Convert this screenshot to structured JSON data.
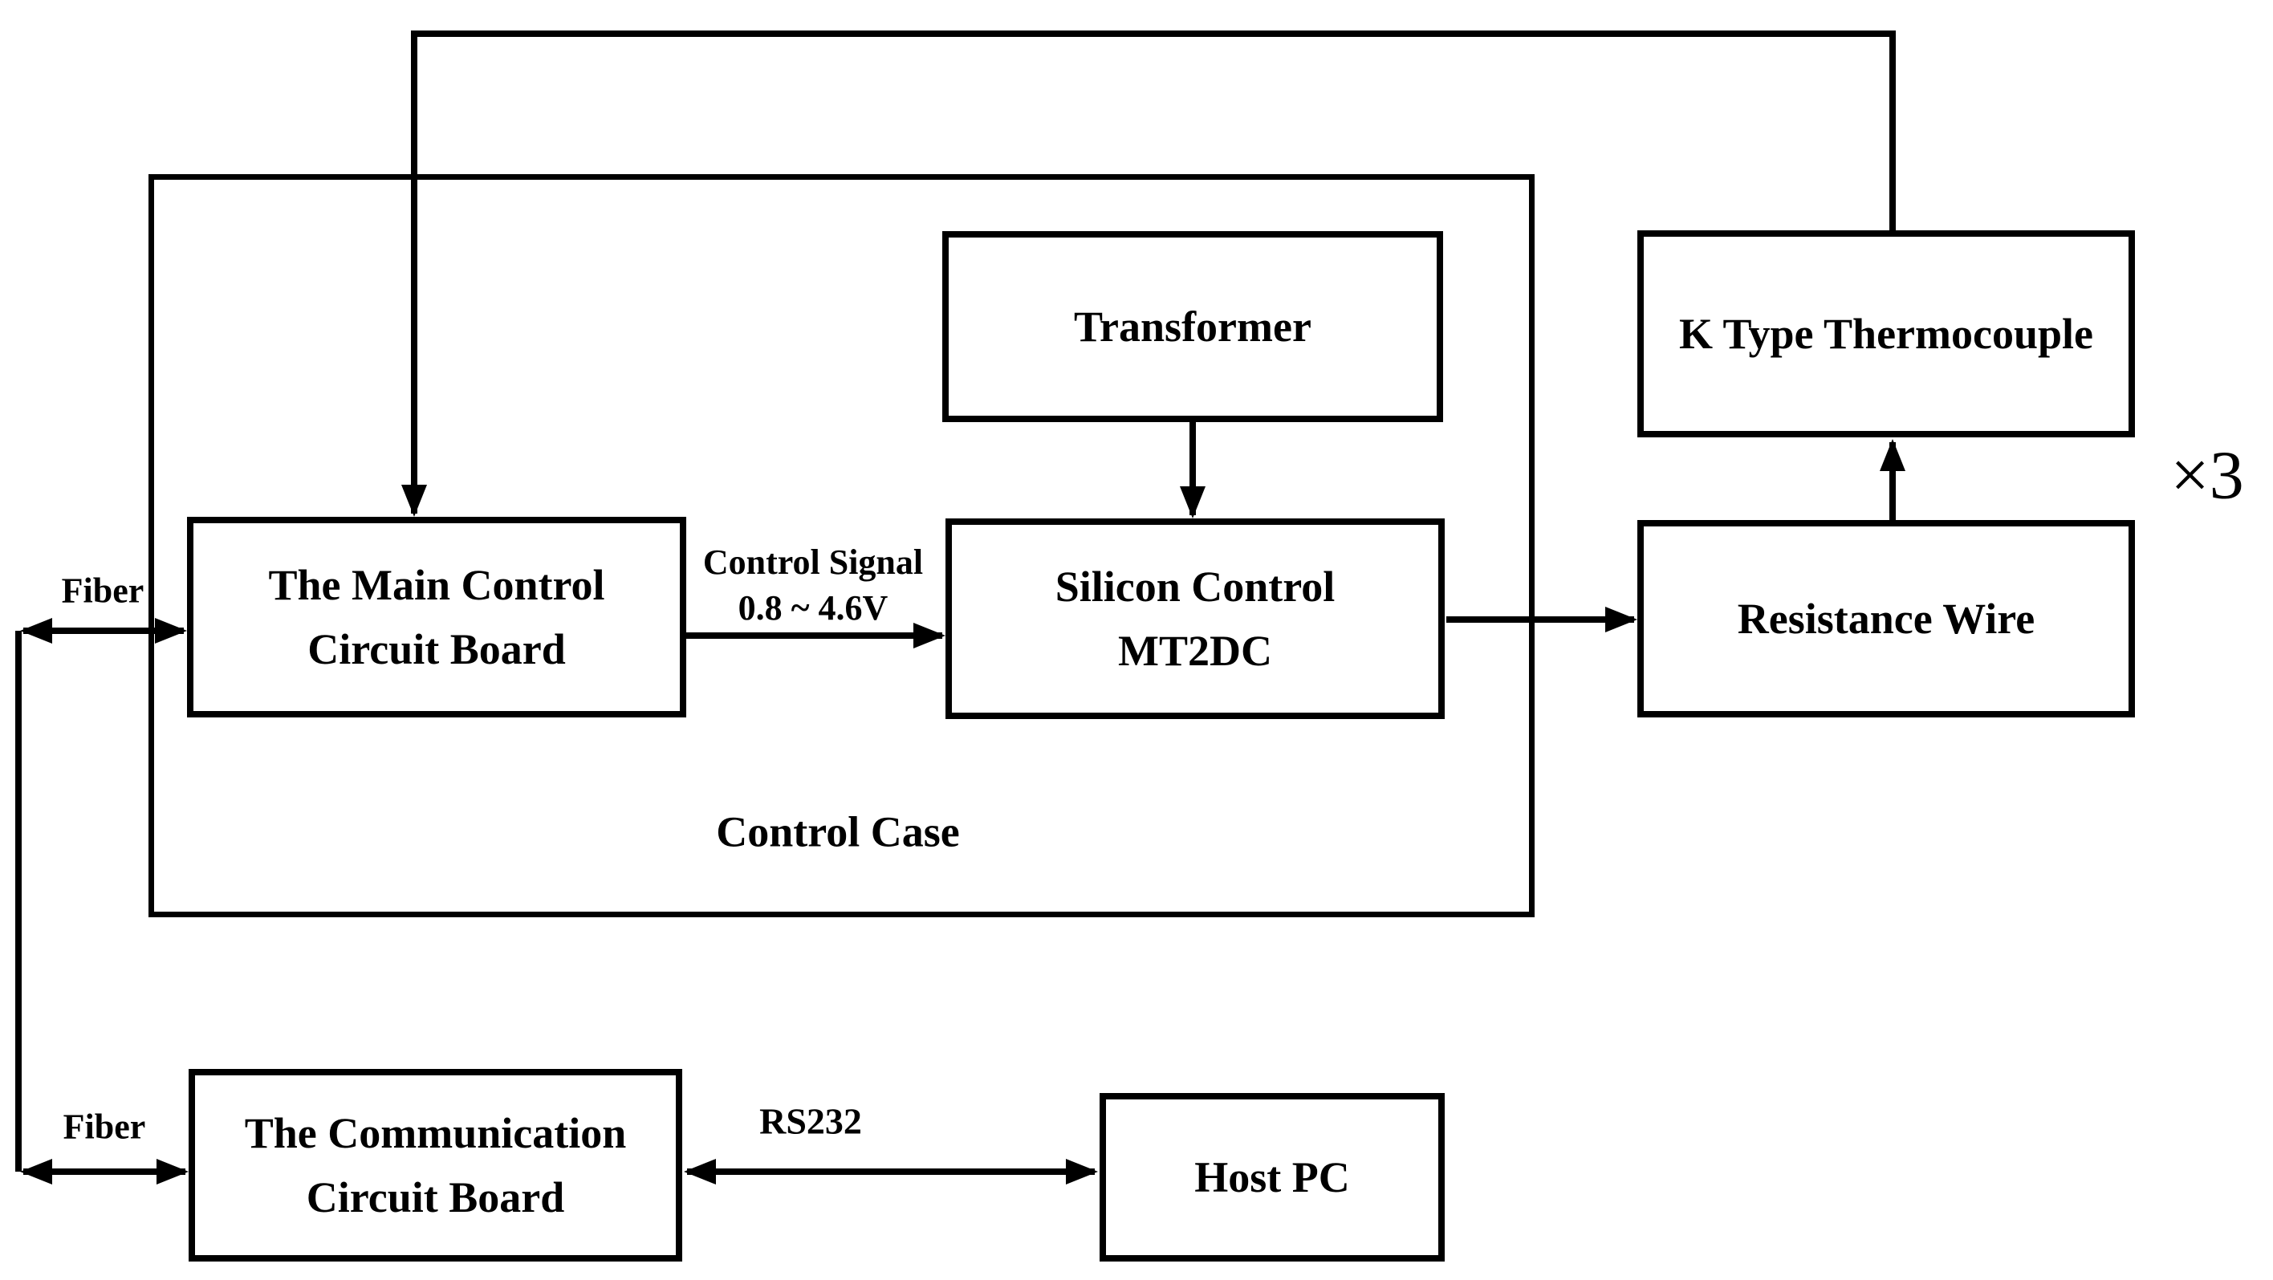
{
  "diagram_type": "block-diagram",
  "colors": {
    "background": "#ffffff",
    "line": "#000000",
    "text": "#000000"
  },
  "boxes": {
    "main_control": {
      "line1": "The Main Control",
      "line2": "Circuit Board"
    },
    "transformer": {
      "line1": "Transformer"
    },
    "silicon_control": {
      "line1": "Silicon Control",
      "line2": "MT2DC"
    },
    "k_type_thermocouple": {
      "line1": "K Type Thermocouple"
    },
    "resistance_wire": {
      "line1": "Resistance Wire"
    },
    "communication_board": {
      "line1": "The Communication",
      "line2": "Circuit Board"
    },
    "host_pc": {
      "line1": "Host PC"
    },
    "control_case": {
      "label": "Control Case"
    }
  },
  "edge_labels": {
    "fiber_top": "Fiber",
    "fiber_bottom": "Fiber",
    "control_signal_line1": "Control Signal",
    "control_signal_line2": "0.8 ~ 4.6V",
    "rs232": "RS232",
    "multiplier": "×3"
  }
}
